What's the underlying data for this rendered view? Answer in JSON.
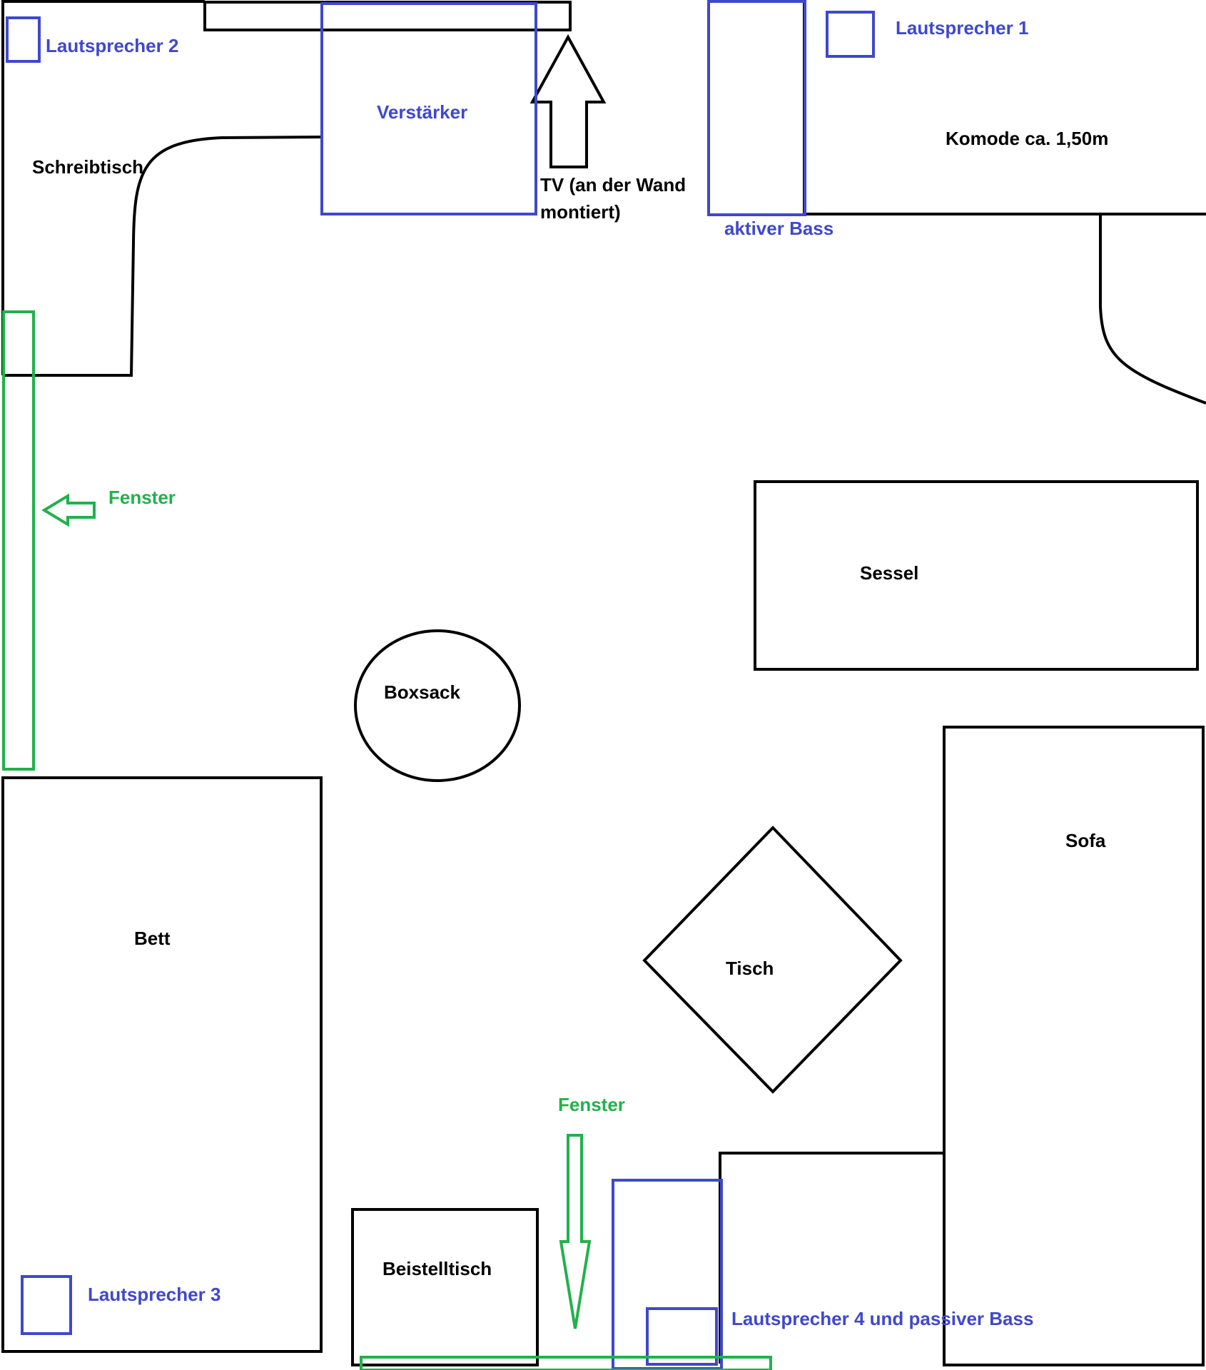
{
  "colors": {
    "furniture": "#000000",
    "audio": "#3f48cc",
    "window": "#22b14c",
    "background": "#ffffff"
  },
  "labels": {
    "speaker_2": "Lautsprecher 2",
    "amplifier": "Verstärker",
    "tv_line1": "TV (an der Wand",
    "tv_line2": "montiert)",
    "active_bass": "aktiver Bass",
    "speaker_1": "Lautsprecher 1",
    "dresser": "Komode ca. 1,50m",
    "desk": "Schreibtisch",
    "window_left": "Fenster",
    "armchair": "Sessel",
    "punching_bag": "Boxsack",
    "sofa": "Sofa",
    "bed": "Bett",
    "table": "Tisch",
    "window_bottom": "Fenster",
    "side_table": "Beistelltisch",
    "speaker_3": "Lautsprecher 3",
    "speaker_4": "Lautsprecher 4 und passiver Bass"
  }
}
